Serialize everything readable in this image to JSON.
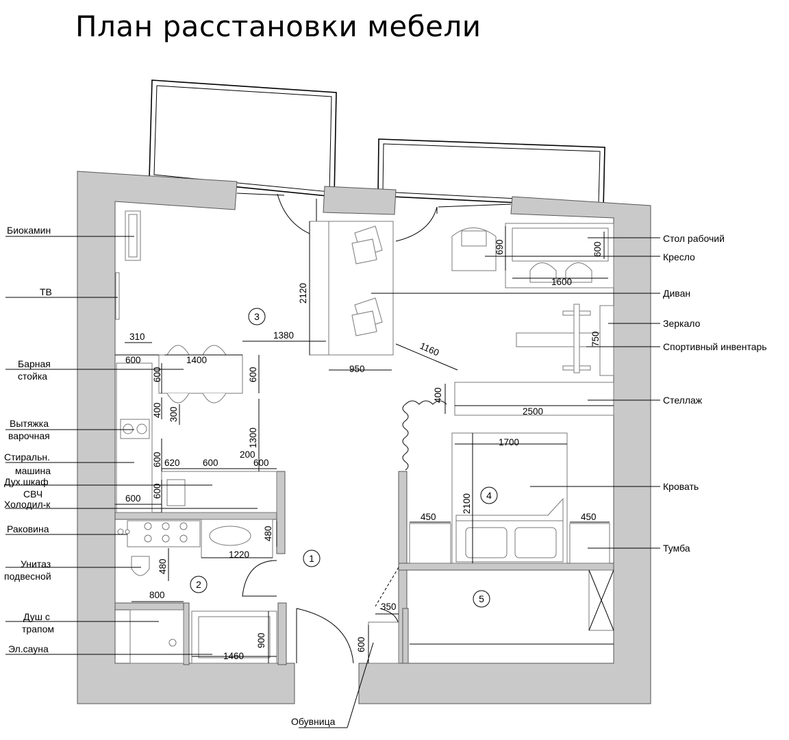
{
  "title": "План расстановки мебели",
  "labels": {
    "biokamin": "Биокамин",
    "tv": "ТВ",
    "bar_1": "Барная",
    "bar_2": "стойка",
    "hood_1": "Вытяжка",
    "hood_2": "варочная",
    "washer_1": "Стиральн.",
    "washer_2": "машина",
    "oven": "Дух.шкаф",
    "microwave": "СВЧ",
    "fridge": "Холодил-к",
    "sink": "Раковина",
    "toilet_1": "Унитаз",
    "toilet_2": "подвесной",
    "shower_1": "Душ с",
    "shower_2": "трапом",
    "sauna": "Эл.сауна",
    "shoe_rack": "Обувница",
    "desk": "Стол рабочий",
    "armchair": "Кресло",
    "sofa": "Диван",
    "mirror": "Зеркало",
    "sport": "Спортивный инвентарь",
    "shelving": "Стеллаж",
    "bed": "Кровать",
    "nightstand": "Тумба"
  },
  "dimensions": {
    "d2120": "2120",
    "d690": "690",
    "d600_desk": "600",
    "d1600": "1600",
    "d1380": "1380",
    "d1160": "1160",
    "d950": "950",
    "d750": "750",
    "d310": "310",
    "d600_bar": "600",
    "d1400": "1400",
    "d600_bar_v": "600",
    "d600_bar_r": "600",
    "d400_k": "400",
    "d300": "300",
    "d1300": "1300",
    "d600_k": "600",
    "d620": "620",
    "d600_k2": "600",
    "d200": "200",
    "d600_k3": "600",
    "d600_fr": "600",
    "d600_fr_v": "600",
    "d480_sink": "480",
    "d1220": "1220",
    "d480_wc": "480",
    "d800": "800",
    "d900": "900",
    "d1460": "1460",
    "d350": "350",
    "d600_shoe": "600",
    "d400_sh": "400",
    "d2500": "2500",
    "d1700": "1700",
    "d2100": "2100",
    "d450_l": "450",
    "d450_r": "450"
  },
  "rooms": {
    "r1": "1",
    "r2": "2",
    "r3": "3",
    "r4": "4",
    "r5": "5"
  }
}
